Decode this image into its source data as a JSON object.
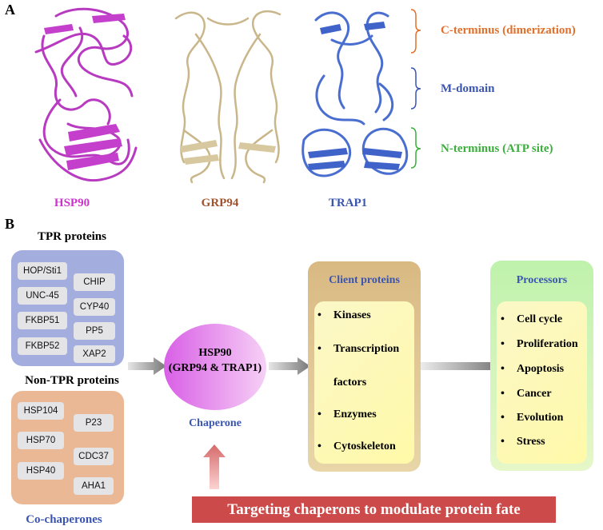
{
  "panel_a": {
    "letter": "A",
    "proteins": [
      {
        "name": "HSP90",
        "color": "#cc33cc",
        "ribbon_color": "#b83ac0"
      },
      {
        "name": "GRP94",
        "color": "#a0522d",
        "ribbon_color": "#d8c8a0"
      },
      {
        "name": "TRAP1",
        "color": "#3a55b0",
        "ribbon_color": "#4a6ed0"
      }
    ],
    "domains": [
      {
        "label": "C-terminus (dimerization)",
        "color": "#e0702c"
      },
      {
        "label": "M-domain",
        "color": "#3a55b0"
      },
      {
        "label": "N-terminus (ATP site)",
        "color": "#3cae3c"
      }
    ]
  },
  "panel_b": {
    "letter": "B",
    "tpr": {
      "title": "TPR proteins",
      "left_items": [
        "HOP/Sti1",
        "UNC-45",
        "FKBP51",
        "FKBP52"
      ],
      "right_items": [
        "CHIP",
        "CYP40",
        "PP5",
        "XAP2"
      ]
    },
    "non_tpr": {
      "title": "Non-TPR proteins",
      "left_items": [
        "HSP104",
        "HSP70",
        "HSP40"
      ],
      "right_items": [
        "P23",
        "CDC37",
        "AHA1"
      ],
      "footer": "Co-chaperones"
    },
    "chaperone": {
      "line1": "HSP90",
      "line2": "(GRP94 & TRAP1)",
      "caption": "Chaperone"
    },
    "client": {
      "title": "Client proteins",
      "items": [
        "Kinases",
        "Transcription",
        "factors",
        "Enzymes",
        "Cytoskeleton"
      ]
    },
    "processors": {
      "title": "Processors",
      "items": [
        "Cell cycle",
        "Proliferation",
        "Apoptosis",
        "Cancer",
        "Evolution",
        "Stress"
      ]
    },
    "banner": "Targeting chaperons to modulate protein fate"
  }
}
